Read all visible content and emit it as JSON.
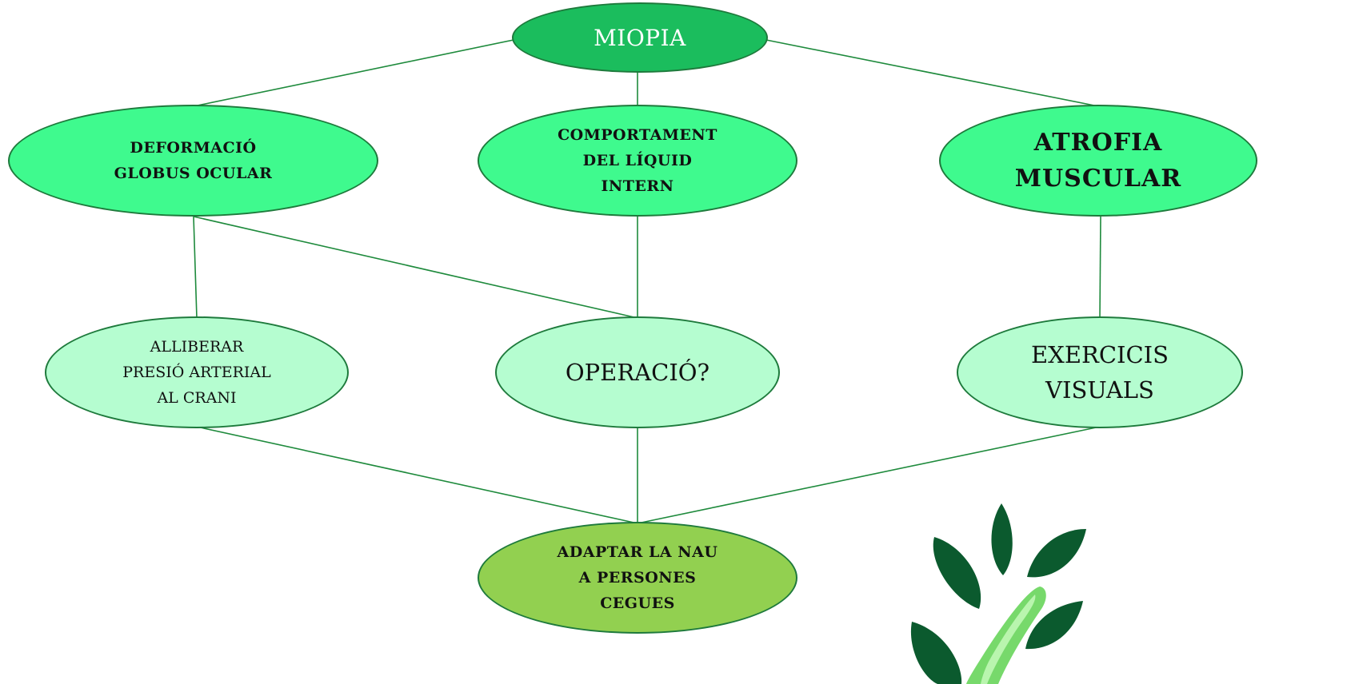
{
  "colors": {
    "edge": "#1e8a3c",
    "border": "#1e7a3c",
    "root_fill": "#1bbd5d",
    "level1_fill": "#3ffa8e",
    "level2_fill": "#b5fdd0",
    "goal_fill": "#92d050",
    "logo_leaf": "#0b5a2e",
    "logo_stem": "#77d96b"
  },
  "nodes": {
    "miopia": {
      "label": "MIOPIA"
    },
    "deformacio": {
      "label": "DEFORMACIÓ\nGLOBUS OCULAR"
    },
    "comportament": {
      "label": "COMPORTAMENT\nDEL LÍQUID\nINTERN"
    },
    "atrofia": {
      "label": "ATROFIA\nMUSCULAR"
    },
    "alliberar": {
      "label": "ALLIBERAR\nPRESIÓ ARTERIAL\nAL CRANI"
    },
    "operacio": {
      "label": "OPERACIÓ?"
    },
    "exercicis": {
      "label": "EXERCICIS\nVISUALS"
    },
    "adaptar": {
      "label": "ADAPTAR LA NAU\nA PERSONES\nCEGUES"
    }
  },
  "edges": [
    [
      "miopia",
      "deformacio"
    ],
    [
      "miopia",
      "comportament"
    ],
    [
      "miopia",
      "atrofia"
    ],
    [
      "deformacio",
      "alliberar"
    ],
    [
      "deformacio",
      "operacio"
    ],
    [
      "comportament",
      "operacio"
    ],
    [
      "atrofia",
      "exercicis"
    ],
    [
      "alliberar",
      "adaptar"
    ],
    [
      "operacio",
      "adaptar"
    ],
    [
      "exercicis",
      "adaptar"
    ]
  ],
  "logo": {
    "icon": "leaves-logo-icon"
  }
}
